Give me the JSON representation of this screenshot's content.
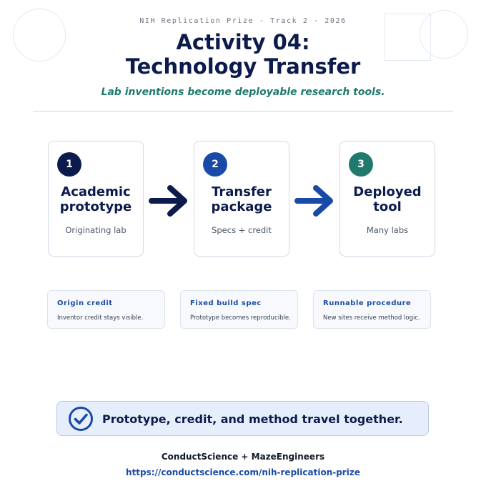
{
  "header": {
    "eyebrow": "NIH Replication Prize - Track 2 - 2026",
    "title_line1": "Activity 04:",
    "title_line2": "Technology Transfer",
    "subtitle": "Lab inventions become deployable research tools."
  },
  "steps": [
    {
      "number": "1",
      "title_line1": "Academic",
      "title_line2": "prototype",
      "subtitle": "Originating lab"
    },
    {
      "number": "2",
      "title_line1": "Transfer",
      "title_line2": "package",
      "subtitle": "Specs + credit"
    },
    {
      "number": "3",
      "title_line1": "Deployed",
      "title_line2": "tool",
      "subtitle": "Many labs"
    }
  ],
  "cards": [
    {
      "title": "Origin credit",
      "text": "Inventor credit stays visible."
    },
    {
      "title": "Fixed build spec",
      "text": "Prototype becomes reproducible."
    },
    {
      "title": "Runnable procedure",
      "text": "New sites receive method logic."
    }
  ],
  "banner": {
    "text": "Prototype, credit, and method travel together.",
    "icon": "check-circle-icon"
  },
  "footer": {
    "org": "ConductScience + MazeEngineers",
    "url": "https://conductscience.com/nih-replication-prize"
  },
  "colors": {
    "navy": "#0d1b4c",
    "blue": "#1a4aa8",
    "teal": "#1f7a6d",
    "banner_bg": "#e7eefb"
  }
}
